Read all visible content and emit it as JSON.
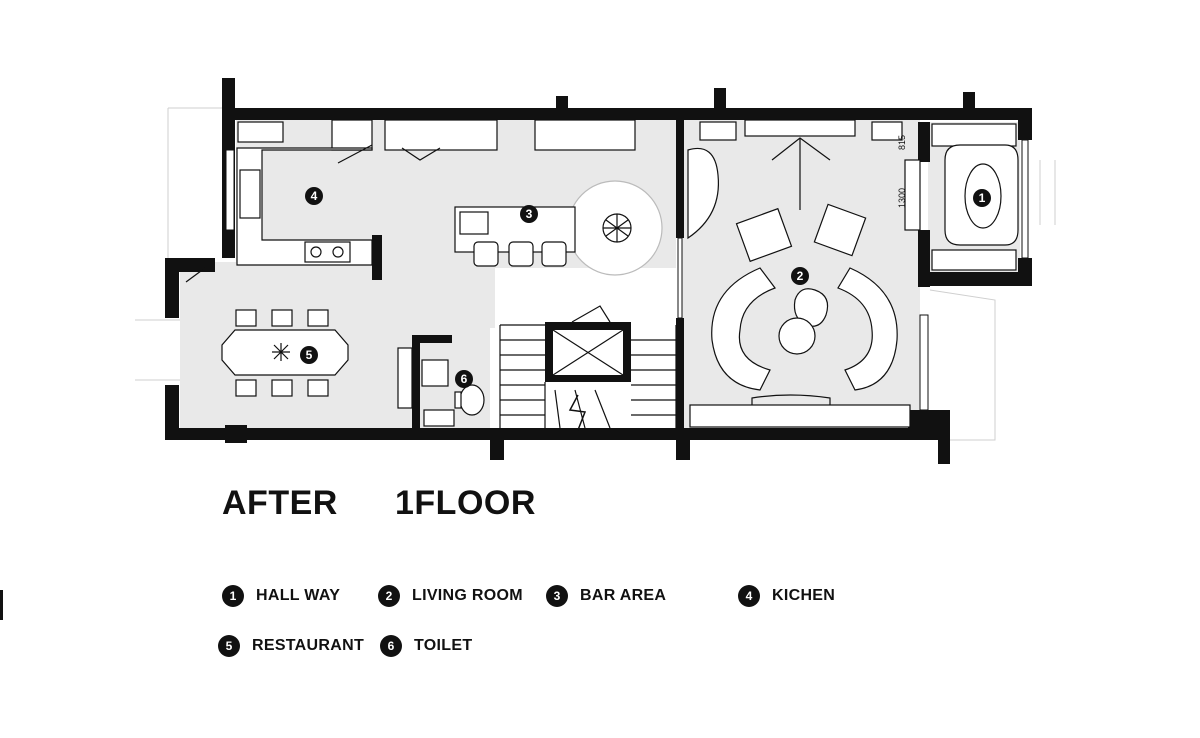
{
  "plan": {
    "dimensions": {
      "hall_width": "1300",
      "hall_depth": "815"
    },
    "room_markers": [
      {
        "num": "1",
        "room": "hall-way"
      },
      {
        "num": "2",
        "room": "living-room"
      },
      {
        "num": "3",
        "room": "bar-area"
      },
      {
        "num": "4",
        "room": "kichen"
      },
      {
        "num": "5",
        "room": "restaurant"
      },
      {
        "num": "6",
        "room": "toilet"
      }
    ]
  },
  "titles": {
    "after": "AFTER",
    "floor": "1FLOOR"
  },
  "legend": [
    {
      "num": "1",
      "label": "HALL WAY"
    },
    {
      "num": "2",
      "label": "LIVING ROOM"
    },
    {
      "num": "3",
      "label": "BAR AREA"
    },
    {
      "num": "4",
      "label": "KICHEN"
    },
    {
      "num": "5",
      "label": "RESTAURANT"
    },
    {
      "num": "6",
      "label": "TOILET"
    }
  ]
}
